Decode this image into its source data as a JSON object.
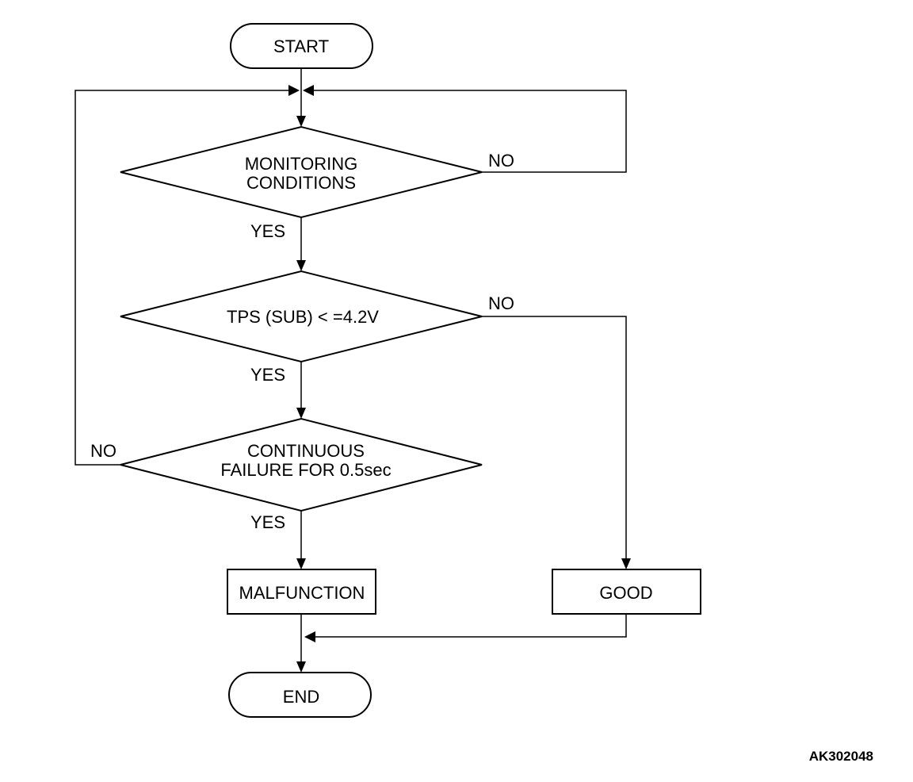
{
  "flowchart": {
    "start": "START",
    "end": "END",
    "decisions": {
      "monitoring": [
        "MONITORING",
        "CONDITIONS"
      ],
      "tps": "TPS (SUB) < =4.2V",
      "continuous": [
        "CONTINUOUS",
        "FAILURE FOR 0.5sec"
      ]
    },
    "results": {
      "malfunction": "MALFUNCTION",
      "good": "GOOD"
    },
    "branch_labels": {
      "yes": "YES",
      "no": "NO"
    },
    "reference_code": "AK302048"
  }
}
